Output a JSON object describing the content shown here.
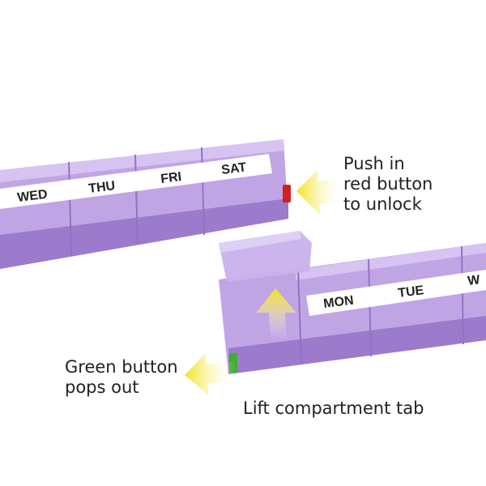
{
  "top_organizer": {
    "days": [
      "WED",
      "THU",
      "FRI",
      "SAT"
    ]
  },
  "bottom_organizer": {
    "days": [
      "MON",
      "TUE",
      "W"
    ]
  },
  "captions": {
    "unlock": [
      "Push in",
      "red button",
      "to unlock"
    ],
    "green": [
      "Green button",
      "pops out"
    ],
    "lift": "Lift compartment tab"
  },
  "colors": {
    "case": "#b594e0",
    "case_dark": "#8f6cc4",
    "red_button": "#d42020",
    "green_button": "#3fae2a",
    "arrow": "#f2e21c"
  }
}
